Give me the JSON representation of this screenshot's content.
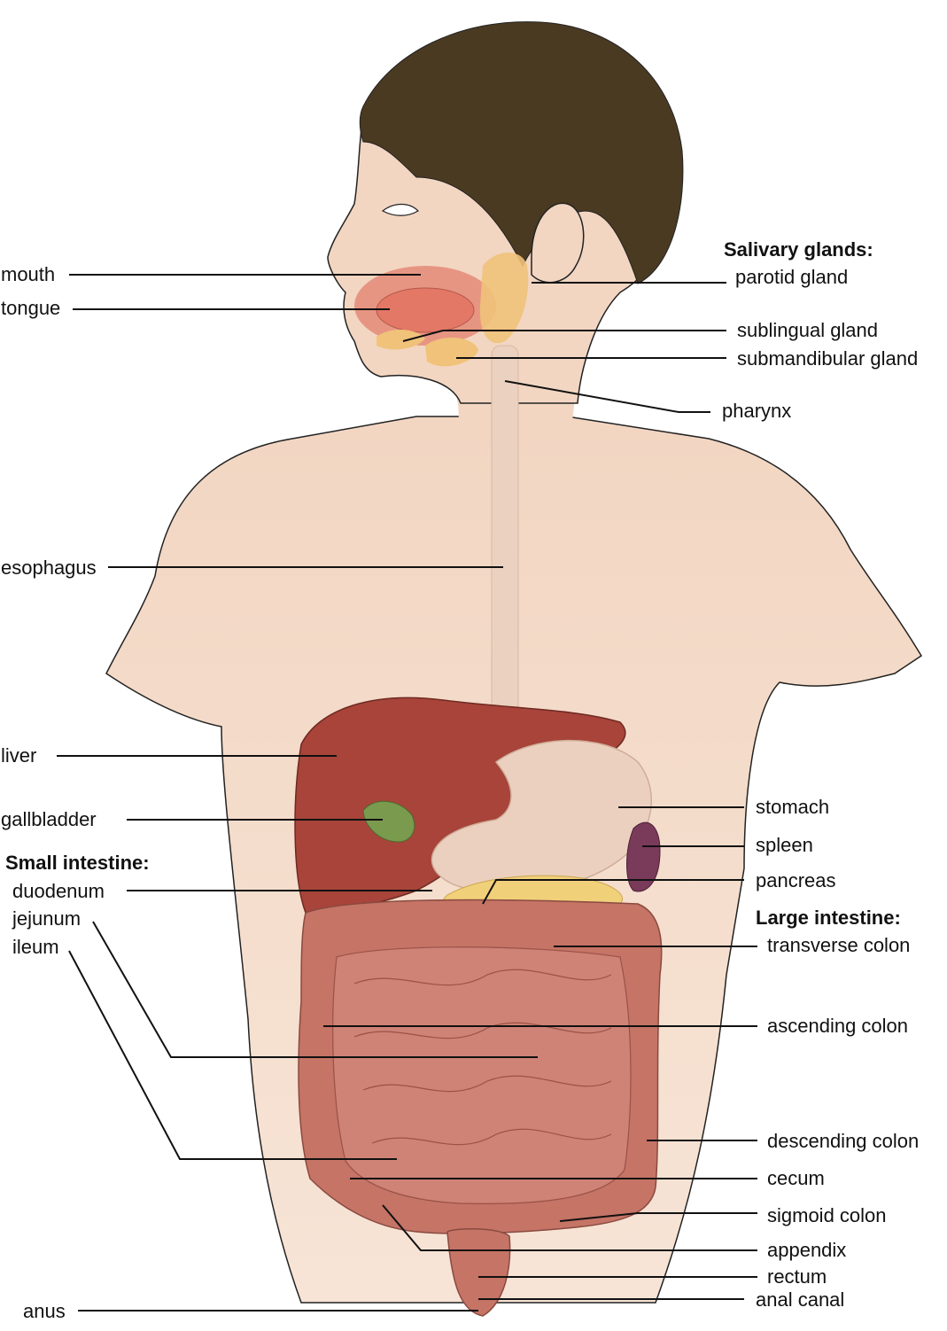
{
  "labels": {
    "mouth": "mouth",
    "tongue": "tongue",
    "esophagus": "esophagus",
    "liver": "liver",
    "gallbladder": "gallbladder",
    "small_intestine_header": "Small intestine:",
    "duodenum": "duodenum",
    "jejunum": "jejunum",
    "ileum": "ileum",
    "anus": "anus",
    "salivary_glands_header": "Salivary glands:",
    "parotid_gland": "parotid gland",
    "sublingual_gland": "sublingual gland",
    "submandibular_gland": "submandibular gland",
    "pharynx": "pharynx",
    "stomach": "stomach",
    "spleen": "spleen",
    "pancreas": "pancreas",
    "large_intestine_header": "Large intestine:",
    "transverse_colon": "transverse colon",
    "ascending_colon": "ascending colon",
    "descending_colon": "descending colon",
    "cecum": "cecum",
    "sigmoid_colon": "sigmoid colon",
    "appendix": "appendix",
    "rectum": "rectum",
    "anal_canal": "anal canal"
  },
  "colors": {
    "skin": "#f2d6c2",
    "hair": "#4a3a22",
    "liver": "#a8443a",
    "gallbladder": "#7a9a4e",
    "stomach": "#ecd0bf",
    "spleen": "#7a3a5a",
    "pancreas": "#f1d07a",
    "intestine": "#cf8276",
    "colon": "#c57466",
    "mouth": "#e58a78",
    "salivary": "#f0c27a"
  }
}
